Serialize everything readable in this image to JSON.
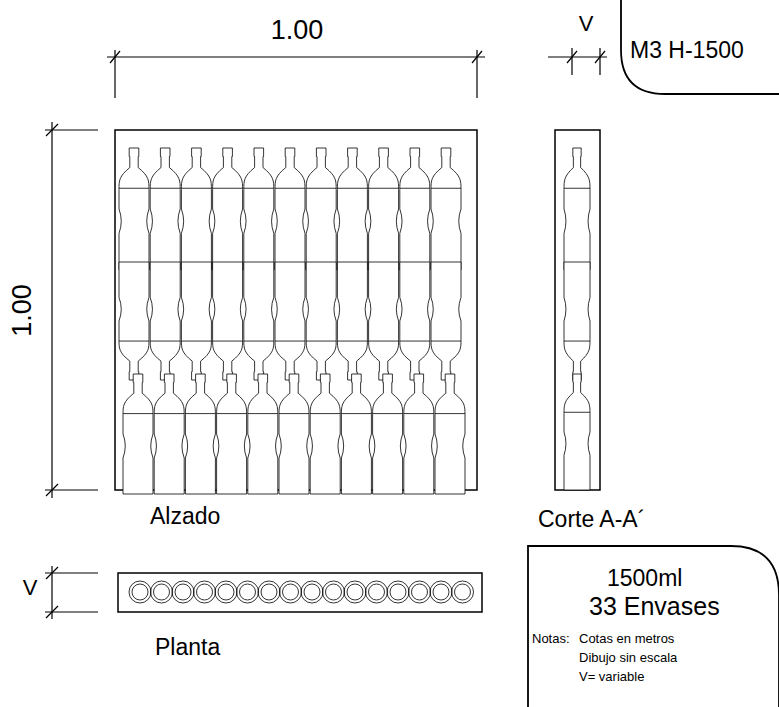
{
  "diagram": {
    "nodes": [
      {
        "text": [
          "M3 H-1500"
        ]
      },
      {
        "text": [
          "1500ml",
          "33 Envases",
          "Notas:",
          "Cotas en metros",
          "Dibujo sin escala",
          "V= variable"
        ]
      }
    ],
    "labels": [
      "1.00",
      "1.00",
      "V",
      "V",
      "Alzado",
      "Corte A-A´",
      "Planta"
    ]
  }
}
